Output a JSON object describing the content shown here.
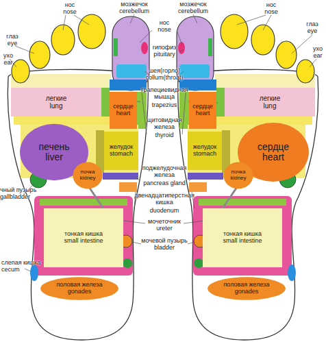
{
  "diagram": {
    "nodes": [
      {
        "text": [
          "легкие",
          "lung"
        ]
      },
      {
        "text": [
          "сердце",
          "heart"
        ]
      },
      {
        "text": [
          "печень",
          "liver"
        ]
      },
      {
        "text": [
          "желудок",
          "stomach"
        ]
      },
      {
        "text": [
          "почка",
          "kidney"
        ]
      },
      {
        "text": [
          "тонкая кишка",
          "small intestine"
        ]
      },
      {
        "text": [
          "половая железа",
          "gonades"
        ]
      },
      {
        "text": [
          "легкие",
          "lung"
        ]
      },
      {
        "text": [
          "сердце",
          "heart"
        ]
      },
      {
        "text": [
          "сердце",
          "heart"
        ]
      },
      {
        "text": [
          "желудок",
          "stomach"
        ]
      },
      {
        "text": [
          "почка",
          "kidney"
        ]
      },
      {
        "text": [
          "тонкая кишка",
          "small intestine"
        ]
      },
      {
        "text": [
          "половая железа",
          "gonades"
        ]
      }
    ],
    "labels": [
      "мозжечок",
      "cerebellum",
      "нос",
      "nose",
      "глаз",
      "eye",
      "ухо",
      "ear",
      "нос",
      "nose",
      "гипофиз",
      "pituitary",
      "шея(горло)",
      "collum(throat)",
      "трапециевидная мышца",
      "trapezius",
      "щитовидная железа",
      "thyroid",
      "мозжечок",
      "cerebellum",
      "нос",
      "nose",
      "глаз",
      "eye",
      "ухо",
      "ear",
      "поджелудочная железа",
      "pancreas gland",
      "двенадцатиперстная кишка",
      "duodenum",
      "мочеточник",
      "ureter",
      "мочевой пузырь",
      "bladder",
      "чный пузырь",
      "gallbladder",
      "слепая кишка",
      "cecum"
    ]
  }
}
